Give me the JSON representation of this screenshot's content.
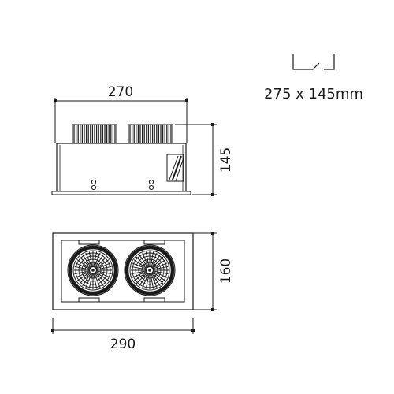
{
  "drawing": {
    "cutout_label": "275 x 145mm",
    "side_view": {
      "width_label": "270",
      "height_label": "145"
    },
    "front_view": {
      "width_label": "290",
      "height_label": "160"
    }
  },
  "colors": {
    "line": "#1a1a1a",
    "fin": "#222222",
    "fill": "#ffffff"
  },
  "icons": [
    "ceiling-cutout-icon",
    "adjustment-screw-icon",
    "spring-clip-icon",
    "led-reflector-icon"
  ]
}
